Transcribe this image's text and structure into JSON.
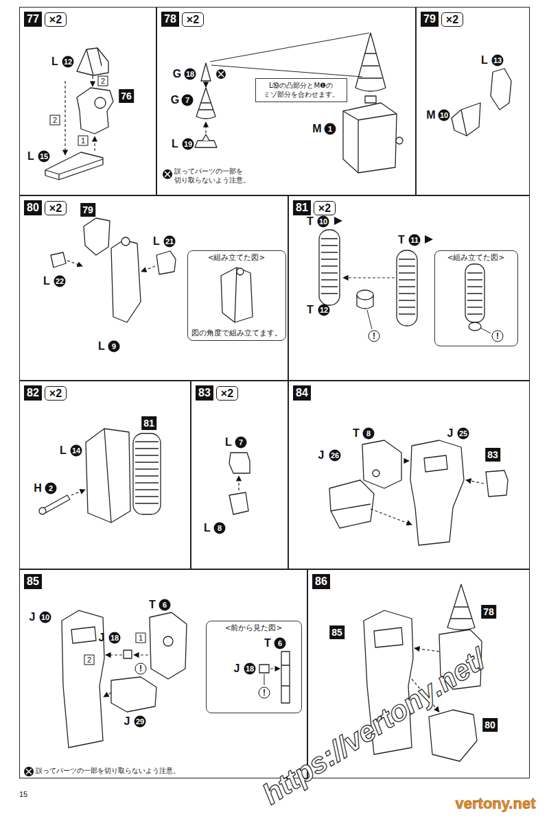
{
  "diagram": {
    "nodes": [
      {
        "text": [
          "77",
          "×2"
        ]
      },
      {
        "text": [
          "78",
          "×2"
        ]
      },
      {
        "text": [
          "L⑲の凸部分とM❶の ミゾ部分を合わせます。"
        ],
        "in": 1
      },
      {
        "text": [
          "79",
          "×2"
        ]
      },
      {
        "text": [
          "80",
          "×2"
        ]
      },
      {
        "text": [
          "<組み立てた図>",
          "図の角度で組み立てます。"
        ],
        "in": 4
      },
      {
        "text": [
          "81",
          "×2"
        ]
      },
      {
        "text": [
          "<組み立てた図>"
        ],
        "in": 6
      },
      {
        "text": [
          "82",
          "×2"
        ]
      },
      {
        "text": [
          "83",
          "×2"
        ]
      },
      {
        "text": [
          "84"
        ]
      },
      {
        "text": [
          "85"
        ]
      },
      {
        "text": [
          "<前から見た図>"
        ],
        "in": 11
      },
      {
        "text": [
          "86"
        ]
      }
    ],
    "labels": [
      "L",
      "12",
      "2",
      "76",
      "2",
      "1",
      "L",
      "15",
      "G",
      "18",
      "G",
      "7",
      "L",
      "19",
      "誤ってパーツの一部を 切り取らないよう注意。",
      "M",
      "1",
      "L",
      "13",
      "M",
      "10",
      "79",
      "L",
      "22",
      "L",
      "21",
      "L",
      "9",
      "T",
      "10",
      "T",
      "11",
      "T",
      "12",
      "!",
      "!",
      "81",
      "L",
      "14",
      "H",
      "2",
      "L",
      "7",
      "L",
      "8",
      "T",
      "8",
      "J",
      "25",
      "J",
      "26",
      "83",
      "J",
      "10",
      "J",
      "18",
      "1",
      "2",
      "T",
      "6",
      "!",
      "J",
      "29",
      "T",
      "6",
      "J",
      "18",
      "!",
      "誤ってパーツの一部を切り取らないよう注意。",
      "85",
      "78",
      "80",
      "https://vertony.net/",
      "vertony.net",
      "15"
    ]
  }
}
